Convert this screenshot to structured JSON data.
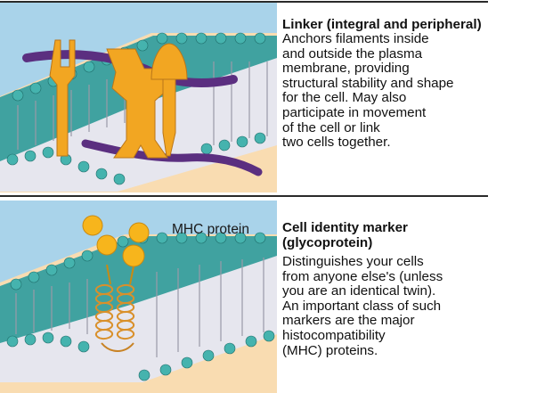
{
  "panels": [
    {
      "title": "Linker (integral and peripheral)",
      "body": "Anchors filaments inside\nand outside the plasma\nmembrane, providing\nstructural stability and shape\nfor the cell. May also\nparticipate in movement\nof the cell or link\ntwo cells together."
    },
    {
      "label": "MHC protein",
      "title": "Cell identity marker\n(glycoprotein)",
      "body": "Distinguishes your cells\nfrom anyone else's (unless\nyou are an identical twin).\nAn important class of such\nmarkers are the major\nhistocompatibility\n(MHC) proteins."
    }
  ],
  "colors": {
    "sky": "#a9d3ea",
    "background": "#f9dcb1",
    "lipid_head": "#2e9a97",
    "protein": "#f2a622",
    "filament": "#5b2f80"
  }
}
